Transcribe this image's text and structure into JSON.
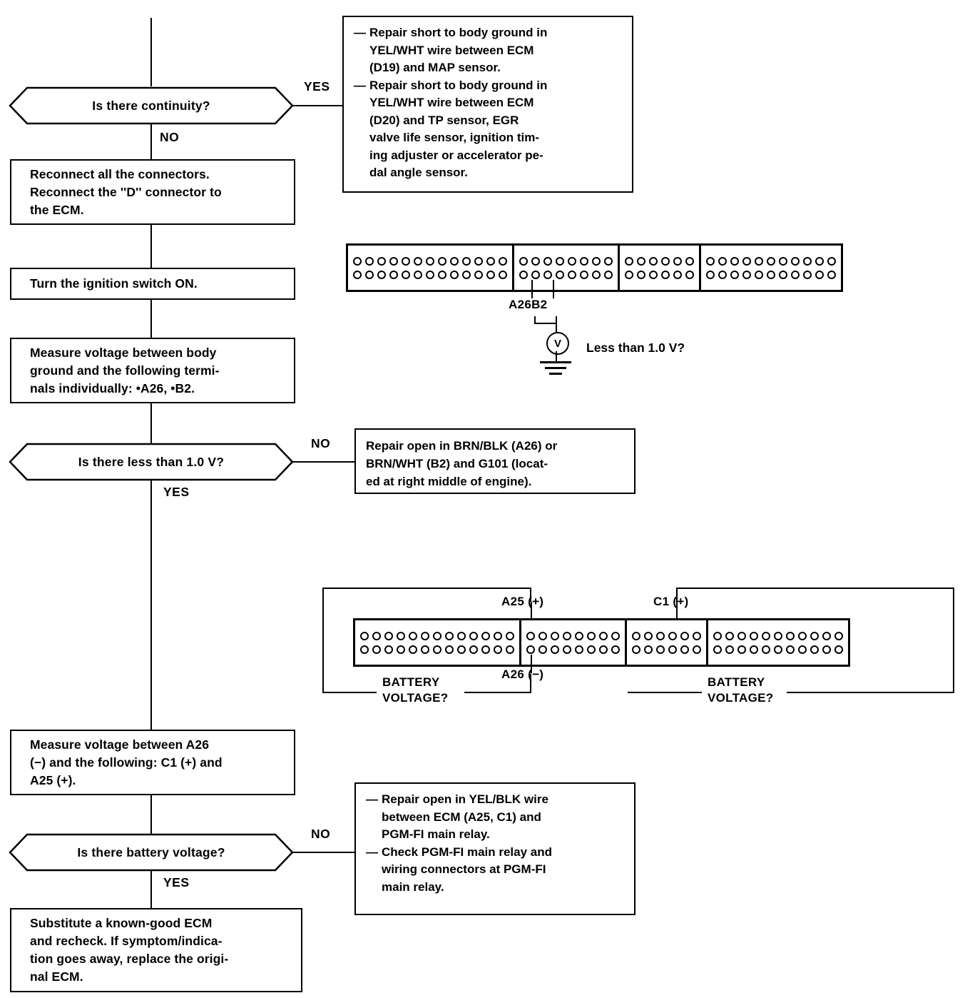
{
  "diagram": {
    "title": "ECM Ground / Power Supply Troubleshooting Flowchart",
    "line_color": "#000000",
    "background": "#ffffff"
  },
  "flow": {
    "decisions": [
      {
        "id": "d1",
        "label": "Is there continuity?",
        "yes_label": "YES",
        "no_label": "NO"
      },
      {
        "id": "d2",
        "label": "Is there less than 1.0 V?",
        "yes_label": "YES",
        "no_label": "NO"
      },
      {
        "id": "d3",
        "label": "Is there battery voltage?",
        "yes_label": "YES",
        "no_label": "NO"
      }
    ],
    "steps": [
      {
        "id": "s1",
        "text": "Reconnect all the connectors.\nReconnect the ''D'' connector to\nthe ECM."
      },
      {
        "id": "s2",
        "text": "Turn the ignition switch ON."
      },
      {
        "id": "s3",
        "text": "Measure voltage between body\nground and the following termi-\nnals individually: •A26, •B2."
      },
      {
        "id": "s4",
        "text": "Measure  voltage  between  A26\n(−) and the following: C1 (+) and\nA25 (+)."
      },
      {
        "id": "s5",
        "text": "Substitute  a  known-good  ECM\nand recheck. If symptom/indica-\ntion goes away, replace the origi-\nnal ECM."
      }
    ],
    "outcomes": [
      {
        "id": "o1",
        "type": "bullets",
        "items": [
          "Repair short to body ground in\nYEL/WHT wire between ECM\n(D19) and MAP sensor.",
          "Repair short to body ground in\nYEL/WHT wire between ECM\n(D20) and TP sensor, EGR\nvalve life sensor, ignition tim-\ning adjuster or accelerator pe-\ndal angle sensor."
        ],
        "bullet_glyph": "—"
      },
      {
        "id": "o2",
        "type": "plain",
        "text": "Repair open in BRN/BLK (A26) or\nBRN/WHT (B2) and G101 (locat-\ned at right middle of engine)."
      },
      {
        "id": "o3",
        "type": "bullets",
        "items": [
          "Repair open in YEL/BLK wire\nbetween ECM (A25, C1) and\nPGM-FI main relay.",
          "Check PGM-FI main relay and\nwiring connectors at PGM-FI\nmain relay."
        ],
        "bullet_glyph": "—"
      }
    ]
  },
  "connector_diagram_1": {
    "id": "ecm-connector-top",
    "blocks": [
      {
        "name": "A",
        "rows": 2,
        "pins_per_row": 13
      },
      {
        "name": "B",
        "rows": 2,
        "pins_per_row": 8
      },
      {
        "name": "C",
        "rows": 2,
        "pins_per_row": 6
      },
      {
        "name": "D",
        "rows": 2,
        "pins_per_row": 11
      }
    ],
    "terminal_label": "A26B2",
    "meter_symbol": "V",
    "meter_caption": "Less than 1.0 V?"
  },
  "connector_diagram_2": {
    "id": "ecm-connector-bottom",
    "blocks": [
      {
        "name": "A",
        "rows": 2,
        "pins_per_row": 13
      },
      {
        "name": "B",
        "rows": 2,
        "pins_per_row": 8
      },
      {
        "name": "C",
        "rows": 2,
        "pins_per_row": 6
      },
      {
        "name": "D",
        "rows": 2,
        "pins_per_row": 11
      }
    ],
    "labels": {
      "top_left": "A25 (+)",
      "top_right": "C1 (+)",
      "bottom_center": "A26 (−)",
      "left_caption": "BATTERY\nVOLTAGE?",
      "right_caption": "BATTERY\nVOLTAGE?"
    }
  }
}
